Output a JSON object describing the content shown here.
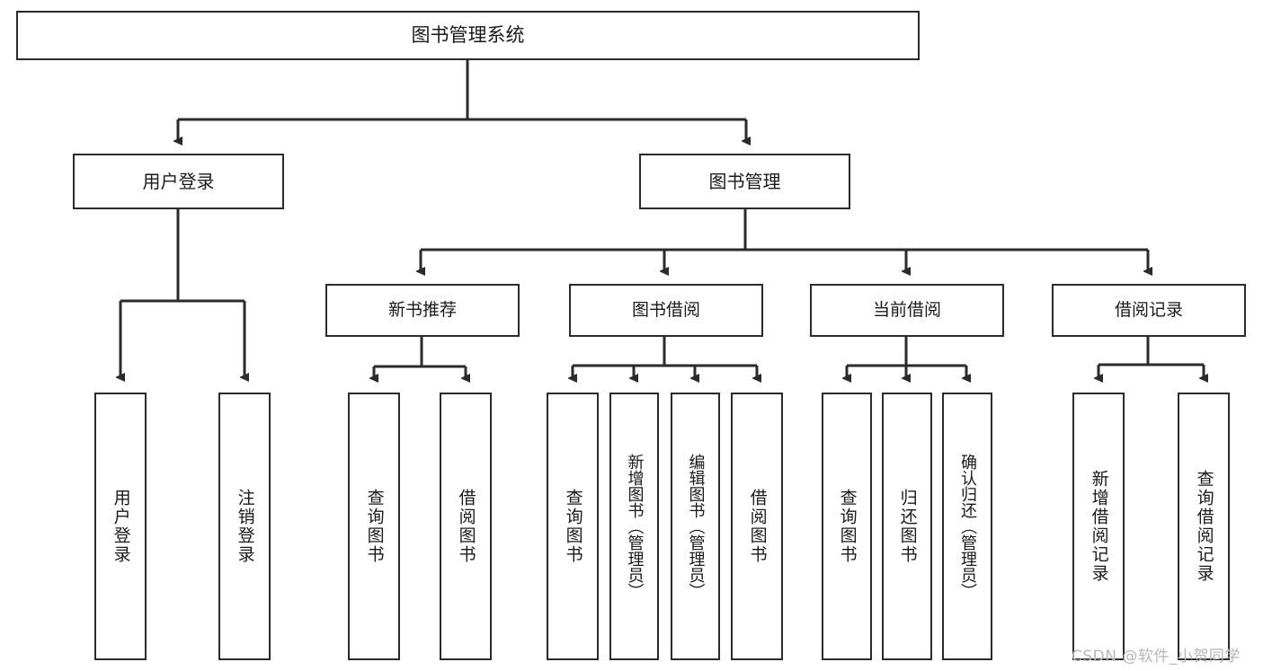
{
  "diagram": {
    "title": "图书管理系统",
    "type": "functional-structure-tree",
    "background_color": "#ffffff",
    "line_color": "#2b2b2b",
    "text_color": "#1a1a1a"
  },
  "root": {
    "label": "图书管理系统"
  },
  "level2": [
    {
      "label": "用户登录"
    },
    {
      "label": "图书管理"
    }
  ],
  "level3": [
    {
      "label": "新书推荐"
    },
    {
      "label": "图书借阅"
    },
    {
      "label": "当前借阅"
    },
    {
      "label": "借阅记录"
    }
  ],
  "leaves": {
    "user_login": [
      {
        "label": "用户登录"
      },
      {
        "label": "注销登录"
      }
    ],
    "new_book_recommend": [
      {
        "label": "查询图书"
      },
      {
        "label": "借阅图书"
      }
    ],
    "book_borrow": [
      {
        "label": "查询图书"
      },
      {
        "label": "新增图书（管理员）"
      },
      {
        "label": "编辑图书（管理员）"
      },
      {
        "label": "借阅图书"
      }
    ],
    "current_borrow": [
      {
        "label": "查询图书"
      },
      {
        "label": "归还图书"
      },
      {
        "label": "确认归还（管理员）"
      }
    ],
    "borrow_records": [
      {
        "label": "新增借阅记录"
      },
      {
        "label": "查询借阅记录"
      }
    ]
  },
  "watermark": {
    "text": "CSDN @软件_小贺同学"
  }
}
